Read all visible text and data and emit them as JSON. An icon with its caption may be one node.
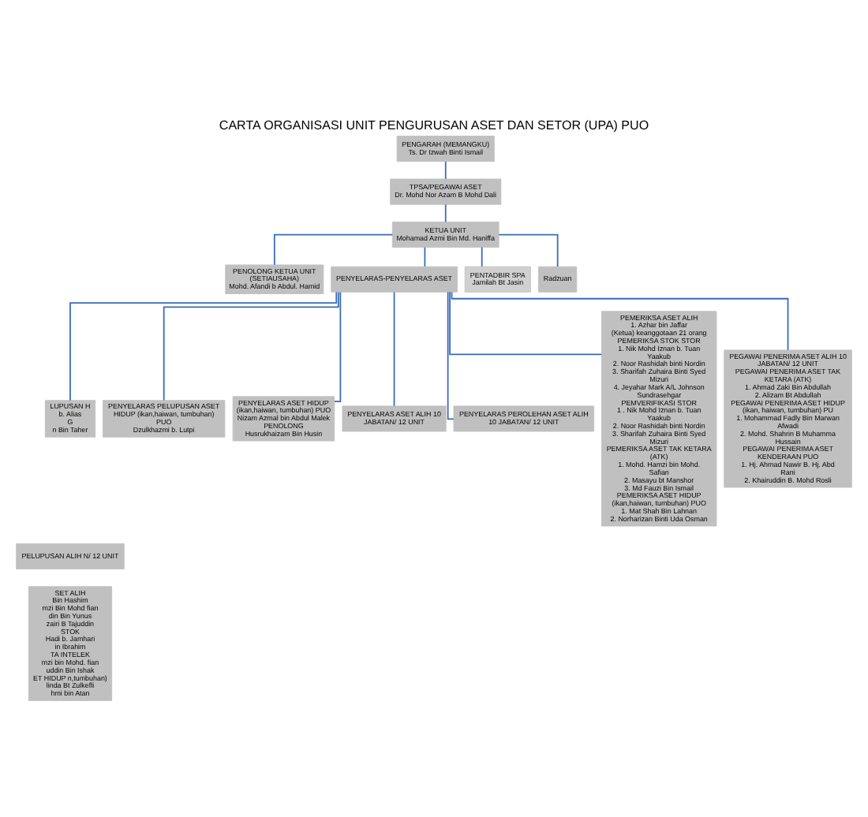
{
  "diagram": {
    "title": "CARTA ORGANISASI UNIT PENGURUSAN ASET DAN SETOR (UPA) PUO",
    "nodes": [
      {
        "text": [
          "PENGARAH (MEMANGKU)",
          "Ts. Dr Izwah Binti Ismail"
        ]
      },
      {
        "text": [
          "TPSA/PEGAWAI ASET",
          "Dr. Mohd Nor Azam B Mohd Dali"
        ]
      },
      {
        "text": [
          "KETUA UNIT",
          "Mohamad Azmi Bin Md. Haniffa"
        ]
      },
      {
        "text": [
          "PENOLONG KETUA UNIT (SETIAUSAHA)",
          "Mohd. Afandi b Abdul. Hamid"
        ]
      },
      {
        "text": [
          "PENYELARAS-PENYELARAS ASET"
        ]
      },
      {
        "text": [
          "PENTADBIR SPA",
          "Jamilah Bt Jasin"
        ]
      },
      {
        "text": [
          "Radzuan"
        ]
      },
      {
        "text": [
          "LUPUSAN H",
          "b. Alias",
          "G",
          "n Bin Taher"
        ]
      },
      {
        "text": [
          "PENYELARAS PELUPUSAN ASET HIDUP (ikan,haiwan, tumbuhan) PUO",
          "Dzulkhazmi b. Lutpi"
        ]
      },
      {
        "text": [
          "PENYELARAS ASET HIDUP (ikan,haiwan, tumbuhan) PUO",
          "Nizam Azmal bin Abdul Malek",
          "PENOLONG",
          "Husrukhaizam Bin Husin"
        ]
      },
      {
        "text": [
          "PENYELARAS ASET ALIH 10 JABATAN/ 12 UNIT"
        ]
      },
      {
        "text": [
          "PENYELARAS PEROLEHAN ASET ALIH 10 JABATAN/ 12 UNIT"
        ]
      },
      {
        "text": [
          "PEMERIKSA ASET ALIH",
          "1. Azhar bin Jaffar",
          "(Ketua) keanggotaan 21 orang",
          "PEMERIKSA STOK STOR",
          "1. Nik Mohd Iznan b. Tuan Yaakub",
          "2. Noor Rashidah binti Nordin",
          "3. Sharifah Zuhaira Binti Syed Mizuri",
          "4. Jeyahar Mark A/L Johnson Sundrasehgar",
          "PEMVERIFIKASI STOR",
          "1 . Nik Mohd Iznan b. Tuan Yaakub",
          "2. Noor Rashidah binti Nordin",
          "3. Sharifah Zuhaira Binti Syed Mizuri",
          "PEMERIKSA ASET TAK KETARA (ATK)",
          "1. Mohd. Hamzi bin Mohd. Safian",
          "2. Masayu bt Manshor",
          "3. Md Fauzi Bin Ismail",
          "PEMERIKSA ASET HIDUP (ikan,haiwan, tumbuhan) PUO",
          "1. Mat Shah Bin Lahnan",
          "2. Norharizan Binti Uda Osman"
        ]
      },
      {
        "text": [
          "PEGAWAI PENERIMA ASET ALIH 10 JABATAN/ 12 UNIT",
          "PEGAWAI PENERIMA ASET TAK KETARA (ATK)",
          "1. Ahmad Zaki Bin Abdullah",
          "2. Alizam Bt Abdullah",
          "PEGAWAI PENERIMA ASET HIDUP (ikan, haiwan, tumbuhan) PU",
          "1. Mohammad Fadly Bin Marwan Afwadi",
          "2. Mohd. Shahrin B Muhamma Hussain",
          "PEGAWAI PENERIMA ASET KENDERAAN PUO",
          "1. Hj. Ahmad Nawir B. Hj. Abd Rani",
          "2. Khairuddin B. Mohd Rosli"
        ]
      },
      {
        "text": [
          "PELUPUSAN ALIH N/ 12 UNIT"
        ]
      },
      {
        "text": [
          "SET ALIH",
          "Bin Hashim",
          "mzi Bin Mohd fian",
          "din Bin Yunus",
          "zairi B Tajuddin",
          "STOK",
          "Hadi b. Jamhari",
          "in Ibrahim",
          "TA INTELEK",
          "mzi bin Mohd. fian",
          "uddin Bin Ishak",
          "ET HIDUP n,tumbuhan)",
          "linda Bt Zulkefli",
          "hmi bin Atan"
        ]
      }
    ],
    "edges": [
      {
        "from": 0,
        "to": 1,
        "arrow": "none"
      },
      {
        "from": 1,
        "to": 2,
        "arrow": "none"
      },
      {
        "from": 2,
        "to": 3,
        "arrow": "none"
      },
      {
        "from": 2,
        "to": 6,
        "arrow": "none"
      },
      {
        "from": 2,
        "to": 4,
        "arrow": "none"
      },
      {
        "from": 2,
        "to": 5,
        "arrow": "none"
      },
      {
        "from": 4,
        "to": 7,
        "arrow": "none"
      },
      {
        "from": 4,
        "to": 8,
        "arrow": "none"
      },
      {
        "from": 4,
        "to": 9,
        "arrow": "none"
      },
      {
        "from": 4,
        "to": 10,
        "arrow": "none"
      },
      {
        "from": 4,
        "to": 11,
        "arrow": "none"
      },
      {
        "from": 4,
        "to": 12,
        "arrow": "none"
      },
      {
        "from": 4,
        "to": 13,
        "arrow": "none"
      }
    ]
  }
}
